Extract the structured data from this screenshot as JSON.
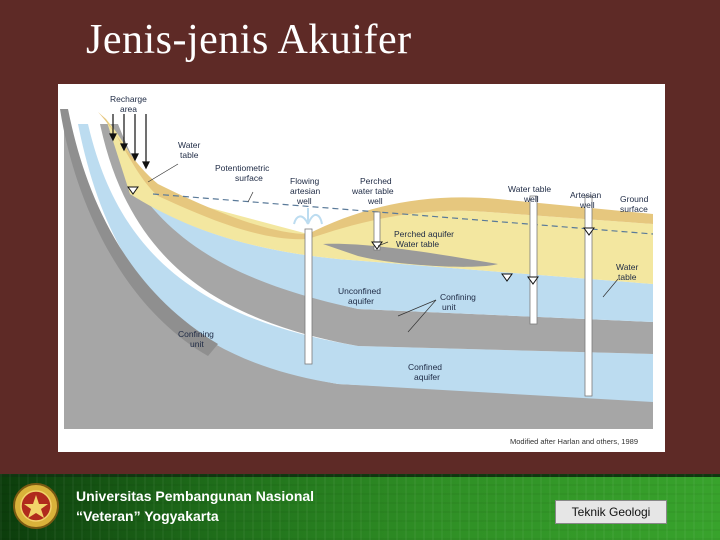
{
  "slide": {
    "title": "Jenis-jenis Akuifer"
  },
  "diagram": {
    "labels": {
      "recharge_area": [
        "Recharge",
        "area"
      ],
      "water_table_left": [
        "Water",
        "table"
      ],
      "potentiometric_surface": [
        "Potentiometric",
        "surface"
      ],
      "flowing_artesian_well": [
        "Flowing",
        "artesian",
        "well"
      ],
      "perched_water_table_well": [
        "Perched",
        "water table",
        "well"
      ],
      "water_table_well": [
        "Water table",
        "well"
      ],
      "artesian_well": [
        "Artesian",
        "well"
      ],
      "ground_surface": [
        "Ground",
        "surface"
      ],
      "perched_aquifer": "Perched aquifer",
      "water_table_perched": "Water table",
      "water_table_right": [
        "Water",
        "table"
      ],
      "unconfined_aquifer": [
        "Unconfined",
        "aquifer"
      ],
      "confining_unit_middle": [
        "Confining",
        "unit"
      ],
      "confining_unit_left": [
        "Confining",
        "unit"
      ],
      "confined_aquifer": [
        "Confined",
        "aquifer"
      ]
    },
    "credit": "Modified after Harlan and others, 1989",
    "colors": {
      "unsaturated_zone": "#f3e7a0",
      "aquifer": "#bcdcf0",
      "confining_unit": "#a6a6a6",
      "ground_surface": "#e6c77e",
      "potentiometric_line": "#5a7a99"
    }
  },
  "footer": {
    "university_line1": "Universitas Pembangunan Nasional",
    "university_line2": "“Veteran” Yogyakarta",
    "department": "Teknik Geologi"
  }
}
